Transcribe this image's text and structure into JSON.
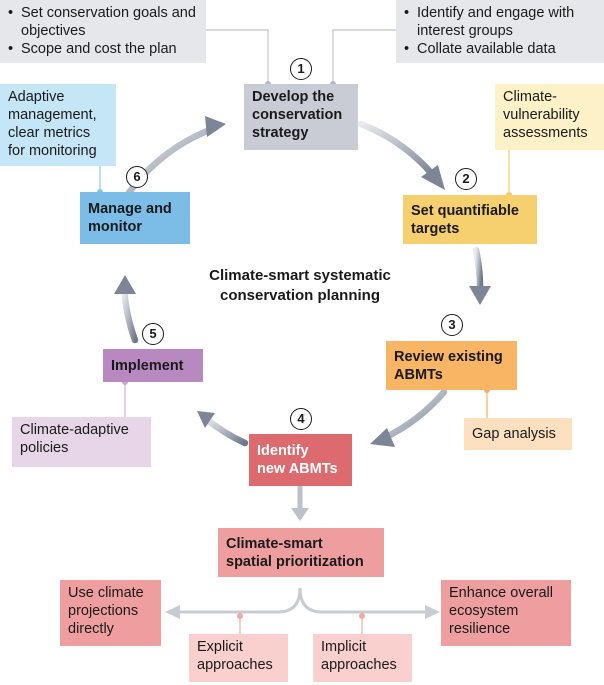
{
  "center_title": [
    "Climate-smart systematic",
    "conservation planning"
  ],
  "top_left_notes": [
    "Set conservation goals and objectives",
    "Scope and cost the plan"
  ],
  "top_right_notes": [
    "Identify and engage with interest groups",
    "Collate available data"
  ],
  "steps": [
    {
      "number": "1",
      "label": [
        "Develop the",
        "conservation",
        "strategy"
      ]
    },
    {
      "number": "2",
      "label": [
        "Set quantifiable",
        "targets"
      ]
    },
    {
      "number": "3",
      "label": [
        "Review existing",
        "ABMTs"
      ]
    },
    {
      "number": "4",
      "label": [
        "Identify",
        "new ABMTs"
      ]
    },
    {
      "number": "5",
      "label": [
        "Implement"
      ]
    },
    {
      "number": "6",
      "label": [
        "Manage and",
        "monitor"
      ]
    }
  ],
  "notes": {
    "adaptive": [
      "Adaptive",
      "management,",
      "clear metrics",
      "for monitoring"
    ],
    "climate_vuln": [
      "Climate-",
      "vulnerability",
      "assessments"
    ],
    "gap": [
      "Gap analysis"
    ],
    "policies": [
      "Climate-adaptive",
      "policies"
    ]
  },
  "prioritization": {
    "title": [
      "Climate-smart",
      "spatial prioritization"
    ],
    "left": [
      "Use climate",
      "projections",
      "directly"
    ],
    "right": [
      "Enhance overall",
      "ecosystem",
      "resilience"
    ],
    "explicit": [
      "Explicit",
      "approaches"
    ],
    "implicit": [
      "Implicit",
      "approaches"
    ]
  },
  "colors": {
    "grey_box": "#c9ccd4",
    "grey_note": "#e6e7ea",
    "yellow_step": "#f6cf6e",
    "yellow_note": "#fdf1c8",
    "orange_step": "#f8b564",
    "orange_note": "#fde0c0",
    "red_step": "#dd6a6e",
    "pink_box": "#ef9e9f",
    "pink_note": "#f9d0cd",
    "purple_step": "#b889c0",
    "purple_note": "#e7d5e8",
    "blue_step": "#7bbde7",
    "blue_note": "#c5e6f7",
    "cycle_arrow": "#8d95a6"
  }
}
